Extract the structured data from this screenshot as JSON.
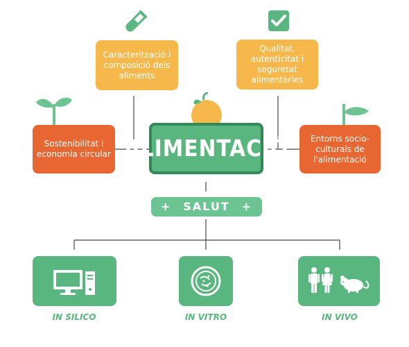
{
  "nodes": {
    "center": "ALIMENTACIÓ",
    "top_left": "Caracterització i composició dels aliments",
    "top_right": "Qualitat, autenticitat i seguretat alimentàries",
    "left": "Sostenibilitat i economia circular",
    "right": "Entorns socio-culturals de l'alimentació",
    "health": "SALUT",
    "plus_left": "+",
    "plus_right": "+"
  },
  "methods": [
    {
      "label": "IN SILICO",
      "icon": "computer-icon"
    },
    {
      "label": "IN VITRO",
      "icon": "petri-dish-icon"
    },
    {
      "label": "IN VIVO",
      "icon": "human-and-mouse-icon"
    }
  ],
  "colors": {
    "green": "#58b67e",
    "green_dark": "#2f8a57",
    "yellow": "#f7b84b",
    "orange": "#e86631"
  }
}
